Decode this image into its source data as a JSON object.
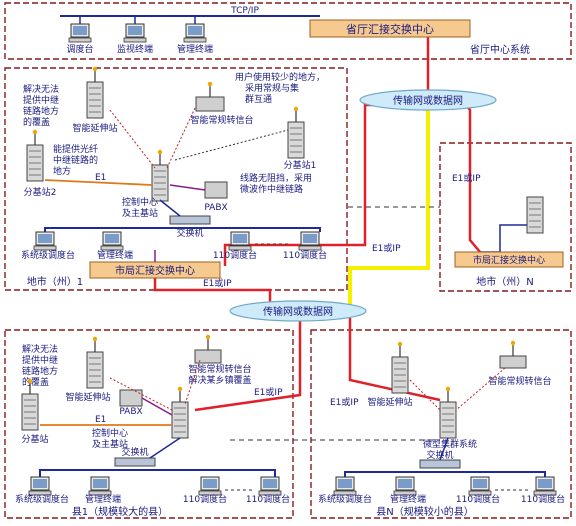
{
  "regions": {
    "provincial": "省厅中心系统",
    "city1": "地市（州）1",
    "cityN": "地市（州）N",
    "county1": "县1（规模较大的县）",
    "countyN": "县N（规模较小的县）"
  },
  "provincial": {
    "tcpip": "TCP/IP",
    "dispatch": "调度台",
    "monitor": "监视终端",
    "manage": "管理终端",
    "center": "省厅汇接交换中心"
  },
  "network": {
    "top": "传输网或数据网",
    "mid": "传输网或数据网"
  },
  "links": {
    "e1ip_n": "E1或IP",
    "e1ip_city1": "E1或IP",
    "e1ip_city1_down": "E1或IP",
    "e1ip_county1": "E1或IP",
    "e1ip_countyN": "E1或IP",
    "e1_city1": "E1",
    "e1_county1": "E1"
  },
  "city1": {
    "note_relay": "解决无法\n提供中继\n链路地方\n的覆盖",
    "ext_station": "智能延伸站",
    "note_user": "用户使用较少的地方，\n采用常规与集\n群互通",
    "conv_station": "智能常规转信台",
    "note_fiber": "能提供光纤\n中继链路的\n地方",
    "branch2": "分基站2",
    "branch1": "分基站1",
    "note_microwave": "线路无阻挡，采用\n微波作中继链路",
    "control": "控制中心\n及主基站",
    "pabx": "PABX",
    "switch": "交换机",
    "sys_dispatch": "系统级调度台",
    "manage": "管理终端",
    "d110a": "110调度台",
    "d110b": "110调度台",
    "city_center": "市局汇接交换中心"
  },
  "cityN": {
    "city_center": "市局汇接交换中心"
  },
  "county1": {
    "note_relay": "解决无法\n提供中继\n链路地方\n的覆盖",
    "ext_station": "智能延伸站",
    "conv_station": "智能常规转信台",
    "note_rural": "解决某乡镇覆盖",
    "pabx": "PABX",
    "branch": "分基站",
    "control": "控制中心\n及主基站",
    "switch": "交换机",
    "sys_dispatch": "系统级调度台",
    "manage": "管理终端",
    "d110a": "110调度台",
    "d110b": "110调度台"
  },
  "countyN": {
    "ext_station": "智能延伸站",
    "conv_station": "智能常规转信台",
    "micro": "微型集群系统",
    "switch": "交换机",
    "sys_dispatch": "系统级调度台",
    "manage": "管理终端",
    "d110a": "110调度台",
    "d110b": "110调度台"
  },
  "colors": {
    "region_border": "#8b1a1a",
    "center_box": "#f6c98e",
    "center_text": "#1a1a80",
    "label": "#1a1a80",
    "link_red": "#e0202a",
    "link_yellow": "#f4f000",
    "link_blue": "#1f2a9a",
    "link_orange": "#e0781a",
    "ellipse_fill": "#cfeaf8"
  }
}
